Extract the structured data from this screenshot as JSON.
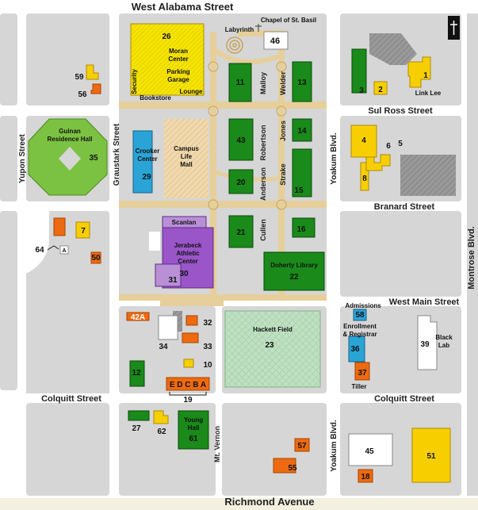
{
  "streets": {
    "west_alabama": "West Alabama Street",
    "sul_ross": "Sul Ross Street",
    "branard": "Branard Street",
    "west_main": "West Main Street",
    "colquitt_left": "Colquitt Street",
    "colquitt_right": "Colquitt Street",
    "richmond": "Richmond Avenue",
    "yupon": "Yupon Street",
    "graustark": "Graustark Street",
    "yoakum_top": "Yoakum Blvd.",
    "yoakum_bottom": "Yoakum Blvd.",
    "montrose": "Montrose Blvd.",
    "mt_vernon": "Mt. Vernon",
    "malloy": "Malloy",
    "welder": "Welder",
    "robertson": "Robertson",
    "jones": "Jones",
    "anderson": "Anderson",
    "strake": "Strake",
    "cullen": "Cullen"
  },
  "labels": {
    "chapel": "Chapel of St. Basil",
    "labyrinth": "Labyrinth",
    "moran_line1": "Moran",
    "moran_line2": "Center",
    "moran_line3": "Parking",
    "moran_line4": "Garage",
    "security": "Security",
    "bookstore": "Bookstore",
    "lounge": "Lounge",
    "guinan_line1": "Guinan",
    "guinan_line2": "Residence Hall",
    "crooker_line1": "Crooker",
    "crooker_line2": "Center",
    "mall_line1": "Campus",
    "mall_line2": "Life",
    "mall_line3": "Mall",
    "scanlan": "Scanlan",
    "jerabeck_line1": "Jerabeck",
    "jerabeck_line2": "Athletic",
    "jerabeck_line3": "Center",
    "doherty": "Doherty Library",
    "hackett": "Hackett Field",
    "link_lee": "Link Lee",
    "admissions": "Admissions",
    "enrollment_line1": "Enrollment",
    "enrollment_line2": "& Registrar",
    "tiller": "Tiller",
    "black_line1": "Black",
    "black_line2": "Lab",
    "young_line1": "Young",
    "young_line2": "Hall",
    "edcba": "E D C B A",
    "a_marker": "A"
  },
  "buildings": {
    "b1": "1",
    "b2": "2",
    "b3": "3",
    "b4": "4",
    "b5": "5",
    "b6": "6",
    "b7": "7",
    "b8": "8",
    "b10": "10",
    "b11": "11",
    "b12": "12",
    "b13": "13",
    "b14": "14",
    "b15": "15",
    "b16": "16",
    "b19": "19",
    "b20": "20",
    "b21": "21",
    "b22": "22",
    "b23": "23",
    "b26": "26",
    "b27": "27",
    "b29": "29",
    "b30": "30",
    "b31": "31",
    "b32": "32",
    "b33": "33",
    "b34": "34",
    "b35": "35",
    "b36": "36",
    "b37": "37",
    "b39": "39",
    "b42a": "42A",
    "b43": "43",
    "b45": "45",
    "b46": "46",
    "b50": "50",
    "b51": "51",
    "b55": "55",
    "b56": "56",
    "b57": "57",
    "b58": "58",
    "b59": "59",
    "b61": "61",
    "b62": "62",
    "b64": "64",
    "b18": "18"
  },
  "icons": {
    "chapel_cross": "cross-icon",
    "top_right_cross": "cross-icon",
    "labyrinth": "labyrinth-spiral-icon"
  },
  "colors": {
    "block": "#d6d6d6",
    "road": "#ffffff",
    "walkway": "#e6cf9a",
    "green": "#1a8a1a",
    "yellow": "#f7cf00",
    "orange": "#ee6a10",
    "blue": "#2aa4d6",
    "purple": "#9a55c9",
    "light_green": "#7cc242",
    "footer": "#f4f0df"
  }
}
